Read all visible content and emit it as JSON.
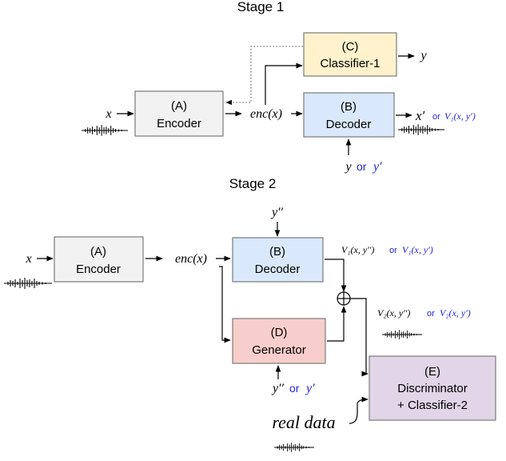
{
  "colors": {
    "encoder_fill": "#f2f2f2",
    "decoder_fill": "#dae8fc",
    "classifier_fill": "#fff2cc",
    "generator_fill": "#f8cecc",
    "discriminator_fill": "#e1d5e7",
    "blue_text": "#1f1fe0"
  },
  "stage1": {
    "title": "Stage 1",
    "input_x": "x",
    "encoder": {
      "tag": "(A)",
      "name": "Encoder"
    },
    "enc_output": "enc(x)",
    "classifier": {
      "tag": "(C)",
      "name": "Classifier-1"
    },
    "classifier_output": "y",
    "decoder": {
      "tag": "(B)",
      "name": "Decoder"
    },
    "decoder_output": "x′",
    "decoder_output_alt_or": "or",
    "decoder_output_alt": "V₁(x, y′)",
    "decoder_input_y": "y",
    "decoder_input_or": "or",
    "decoder_input_yprime": "y′"
  },
  "stage2": {
    "title": "Stage 2",
    "input_x": "x",
    "encoder": {
      "tag": "(A)",
      "name": "Encoder"
    },
    "enc_output": "enc(x)",
    "decoder_input": "y′′",
    "decoder": {
      "tag": "(B)",
      "name": "Decoder"
    },
    "v1_label": "V₁(x, y′′)",
    "v1_or": "or",
    "v1_alt": "V₁(x, y′)",
    "generator": {
      "tag": "(D)",
      "name": "Generator"
    },
    "generator_input_y": "y′′",
    "generator_input_or": "or",
    "generator_input_yprime": "y′",
    "v2_label": "V₂(x, y′′)",
    "v2_or": "or",
    "v2_alt": "V₂(x, y′)",
    "discriminator": {
      "tag": "(E)",
      "name1": "Discriminator",
      "name2": "+ Classifier-2"
    },
    "real_data": "real data"
  }
}
